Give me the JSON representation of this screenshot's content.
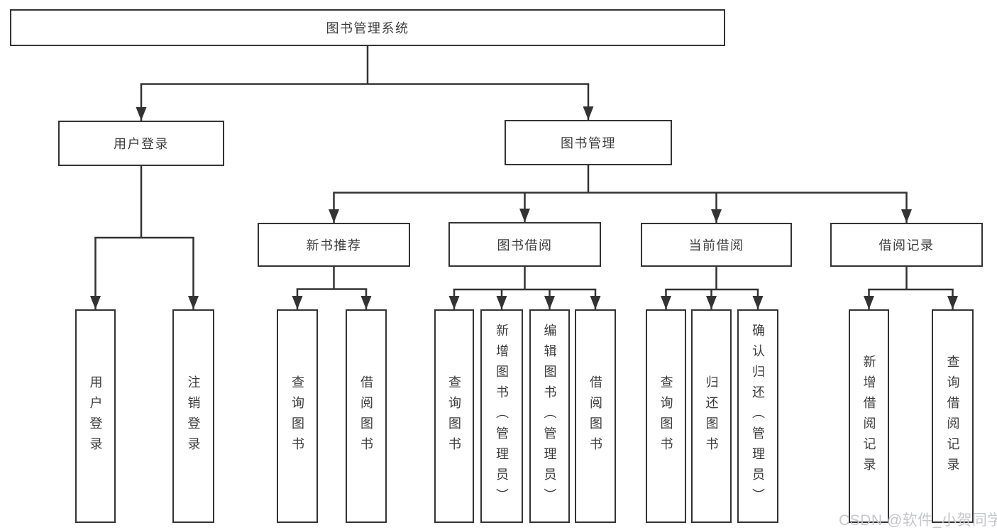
{
  "diagram": {
    "tree": {
      "label": "图书管理系统",
      "children": [
        {
          "label": "用户登录",
          "children": [
            {
              "label": "用户登录"
            },
            {
              "label": "注销登录"
            }
          ]
        },
        {
          "label": "图书管理",
          "children": [
            {
              "label": "新书推荐",
              "children": [
                {
                  "label": "查询图书"
                },
                {
                  "label": "借阅图书"
                }
              ]
            },
            {
              "label": "图书借阅",
              "children": [
                {
                  "label": "查询图书"
                },
                {
                  "label": "新增图书（管理员）"
                },
                {
                  "label": "编辑图书（管理员）"
                },
                {
                  "label": "借阅图书"
                }
              ]
            },
            {
              "label": "当前借阅",
              "children": [
                {
                  "label": "查询图书"
                },
                {
                  "label": "归还图书"
                },
                {
                  "label": "确认归还（管理员）"
                }
              ]
            },
            {
              "label": "借阅记录",
              "children": [
                {
                  "label": "新增借阅记录"
                },
                {
                  "label": "查询借阅记录"
                }
              ]
            }
          ]
        }
      ]
    },
    "line_color": "#333333",
    "text_color": "#3c3c3c",
    "box_background": "#ffffff"
  },
  "watermark": {
    "text": "CSDN @软件_小贺同学",
    "color": "#c6c7cc"
  }
}
